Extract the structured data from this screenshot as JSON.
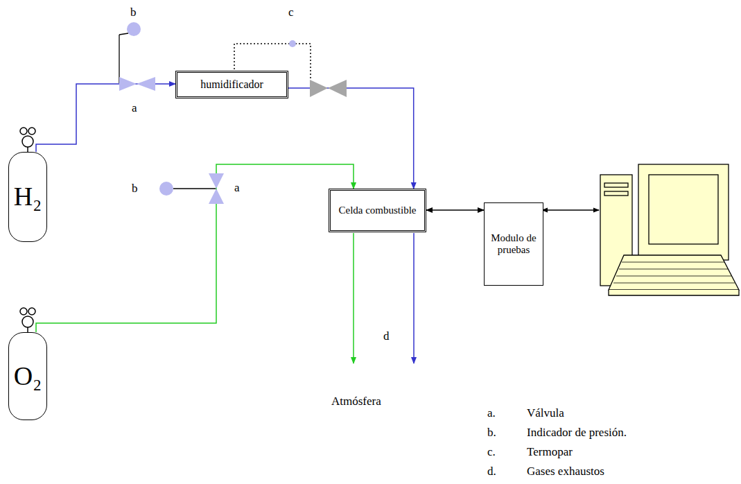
{
  "diagram": {
    "nodes": [
      {
        "text": [
          "humidificador"
        ]
      },
      {
        "text": [
          "H₂"
        ]
      },
      {
        "text": [
          "Celda combustible"
        ]
      },
      {
        "text": [
          "Modulo de pruebas"
        ]
      },
      {
        "text": [
          "O₂"
        ]
      }
    ],
    "edges": [
      {
        "from": 1,
        "to": 0,
        "arrow": "to"
      },
      {
        "from": 0,
        "to": 2,
        "arrow": "to"
      },
      {
        "from": 4,
        "to": 2,
        "arrow": "to"
      },
      {
        "from": 2,
        "to": 3,
        "arrow": "both"
      }
    ],
    "labels": [
      "b",
      "c",
      "a",
      "b",
      "a",
      "d",
      "Atmósfera",
      "a.",
      "Válvula",
      "b.",
      "Indicador de presión.",
      "c.",
      "Termopar",
      "d.",
      "Gases exhaustos"
    ]
  }
}
